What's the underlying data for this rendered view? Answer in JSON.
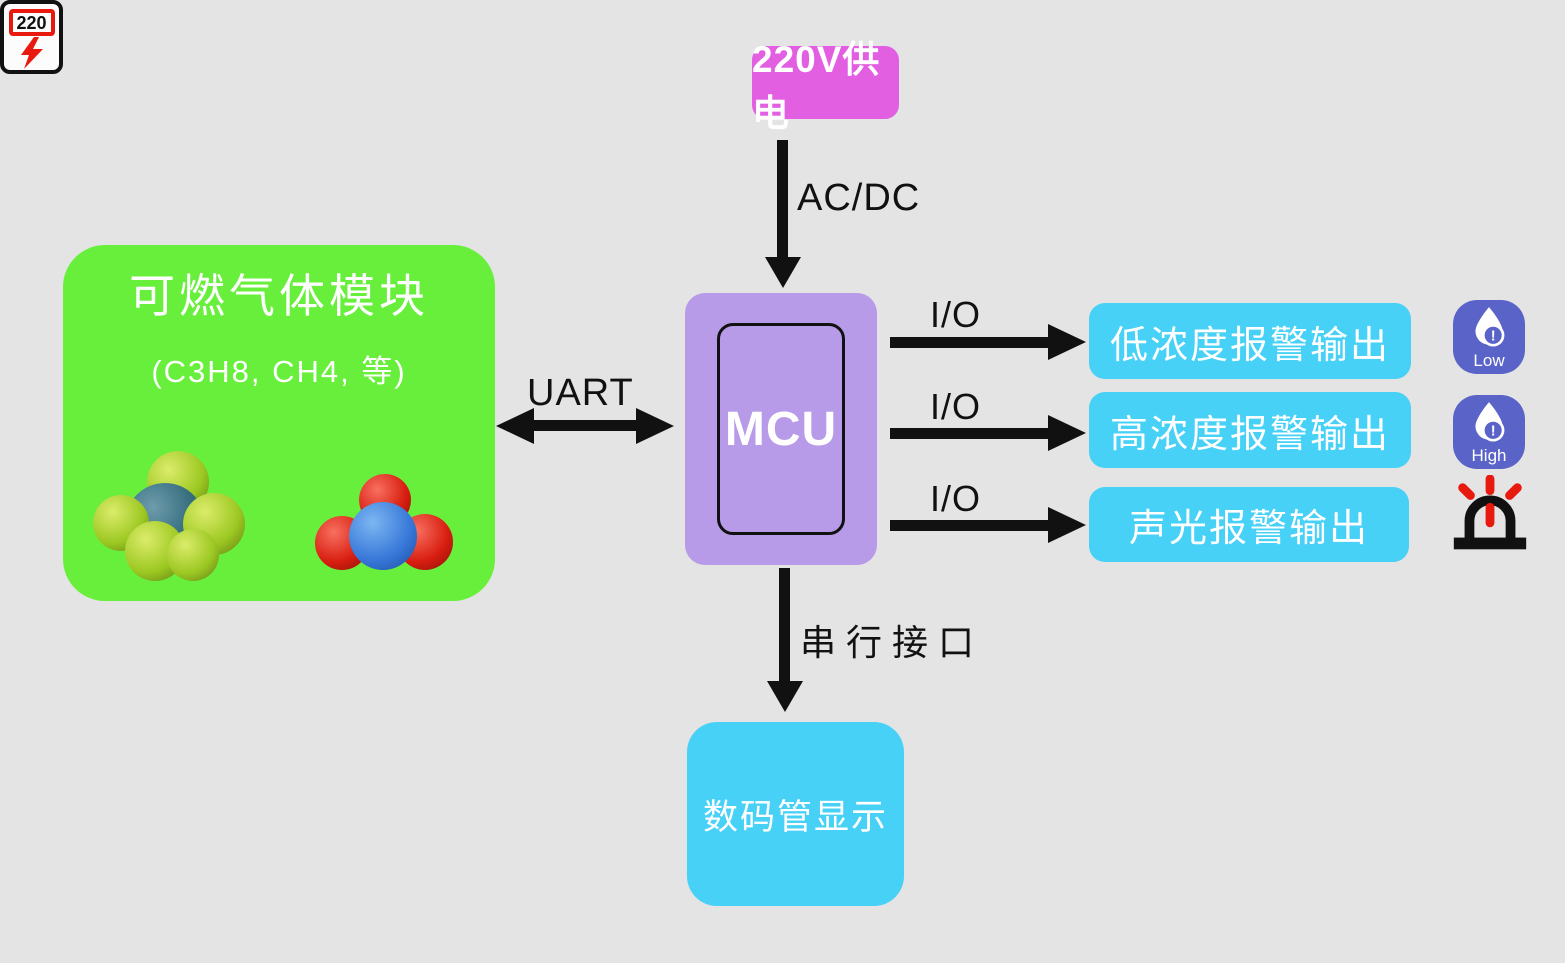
{
  "background": "#e4e4e4",
  "colors": {
    "power_magenta": "#e25fe2",
    "module_green": "#68ef3b",
    "mcu_purple": "#b89be8",
    "output_cyan": "#47d1f7",
    "icon_indigo": "#5a63c8",
    "alert_red": "#e8190f",
    "line_black": "#111111"
  },
  "power": {
    "meter_value": "220",
    "label": "220V供电"
  },
  "edges": {
    "acdc": "AC/DC",
    "uart": "UART",
    "io": "I/O",
    "serial": "串行接口"
  },
  "gas_module": {
    "title": "可燃气体模块",
    "subtitle": "(C3H8, CH4, 等)"
  },
  "mcu": {
    "label": "MCU"
  },
  "outputs": [
    {
      "label": "低浓度报警输出",
      "icon": "low-level-alarm-icon",
      "icon_label": "Low"
    },
    {
      "label": "高浓度报警输出",
      "icon": "high-level-alarm-icon",
      "icon_label": "High"
    },
    {
      "label": "声光报警输出",
      "icon": "siren-icon",
      "icon_label": ""
    }
  ],
  "display": {
    "label": "数码管显示"
  }
}
